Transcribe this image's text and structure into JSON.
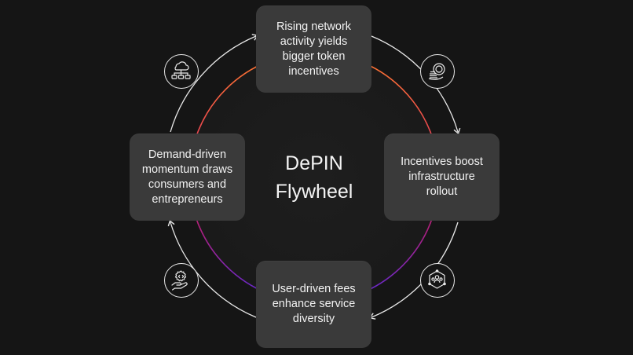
{
  "diagram": {
    "center_title_line1": "DePIN",
    "center_title_line2": "Flywheel",
    "nodes": [
      {
        "text": "Rising network activity yields bigger token incentives"
      },
      {
        "text": "Incentives boost infrastructure rollout"
      },
      {
        "text": "User-driven fees enhance service diversity"
      },
      {
        "text": "Demand-driven momentum draws consumers and entrepreneurs"
      }
    ],
    "icons": [
      "network-cloud-icon",
      "token-coins-icon",
      "community-network-icon",
      "service-hand-icon"
    ],
    "colors": {
      "background": "#151515",
      "node_fill": "#3a3a3a",
      "text": "#f2f2f2",
      "outer_ring": "#e8e8e8",
      "gradient_orange": "#ff7a2e",
      "gradient_magenta": "#c0237a",
      "gradient_purple": "#5b2ad6"
    }
  }
}
